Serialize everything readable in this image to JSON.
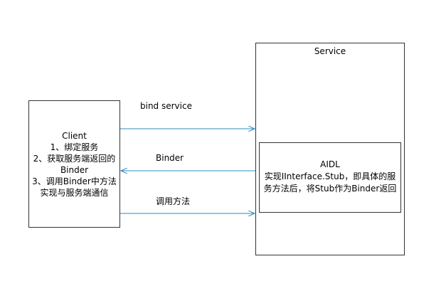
{
  "client": {
    "title": "Client",
    "line1": "1、绑定服务",
    "line2": "2、获取服务端返回的",
    "line3": "Binder",
    "line4": "3、调用Binder中方法",
    "line5": "实现与服务端通信"
  },
  "service": {
    "title": "Service",
    "aidl": {
      "title": "AIDL",
      "line1": "实现IInterface.Stub，即具体的服",
      "line2": "务方法后，将Stub作为Binder返回"
    }
  },
  "edges": {
    "bind_service": "bind service",
    "binder": "Binder",
    "call_method": "调用方法"
  },
  "colors": {
    "arrow": "#2e8bc0",
    "border": "#333333"
  }
}
